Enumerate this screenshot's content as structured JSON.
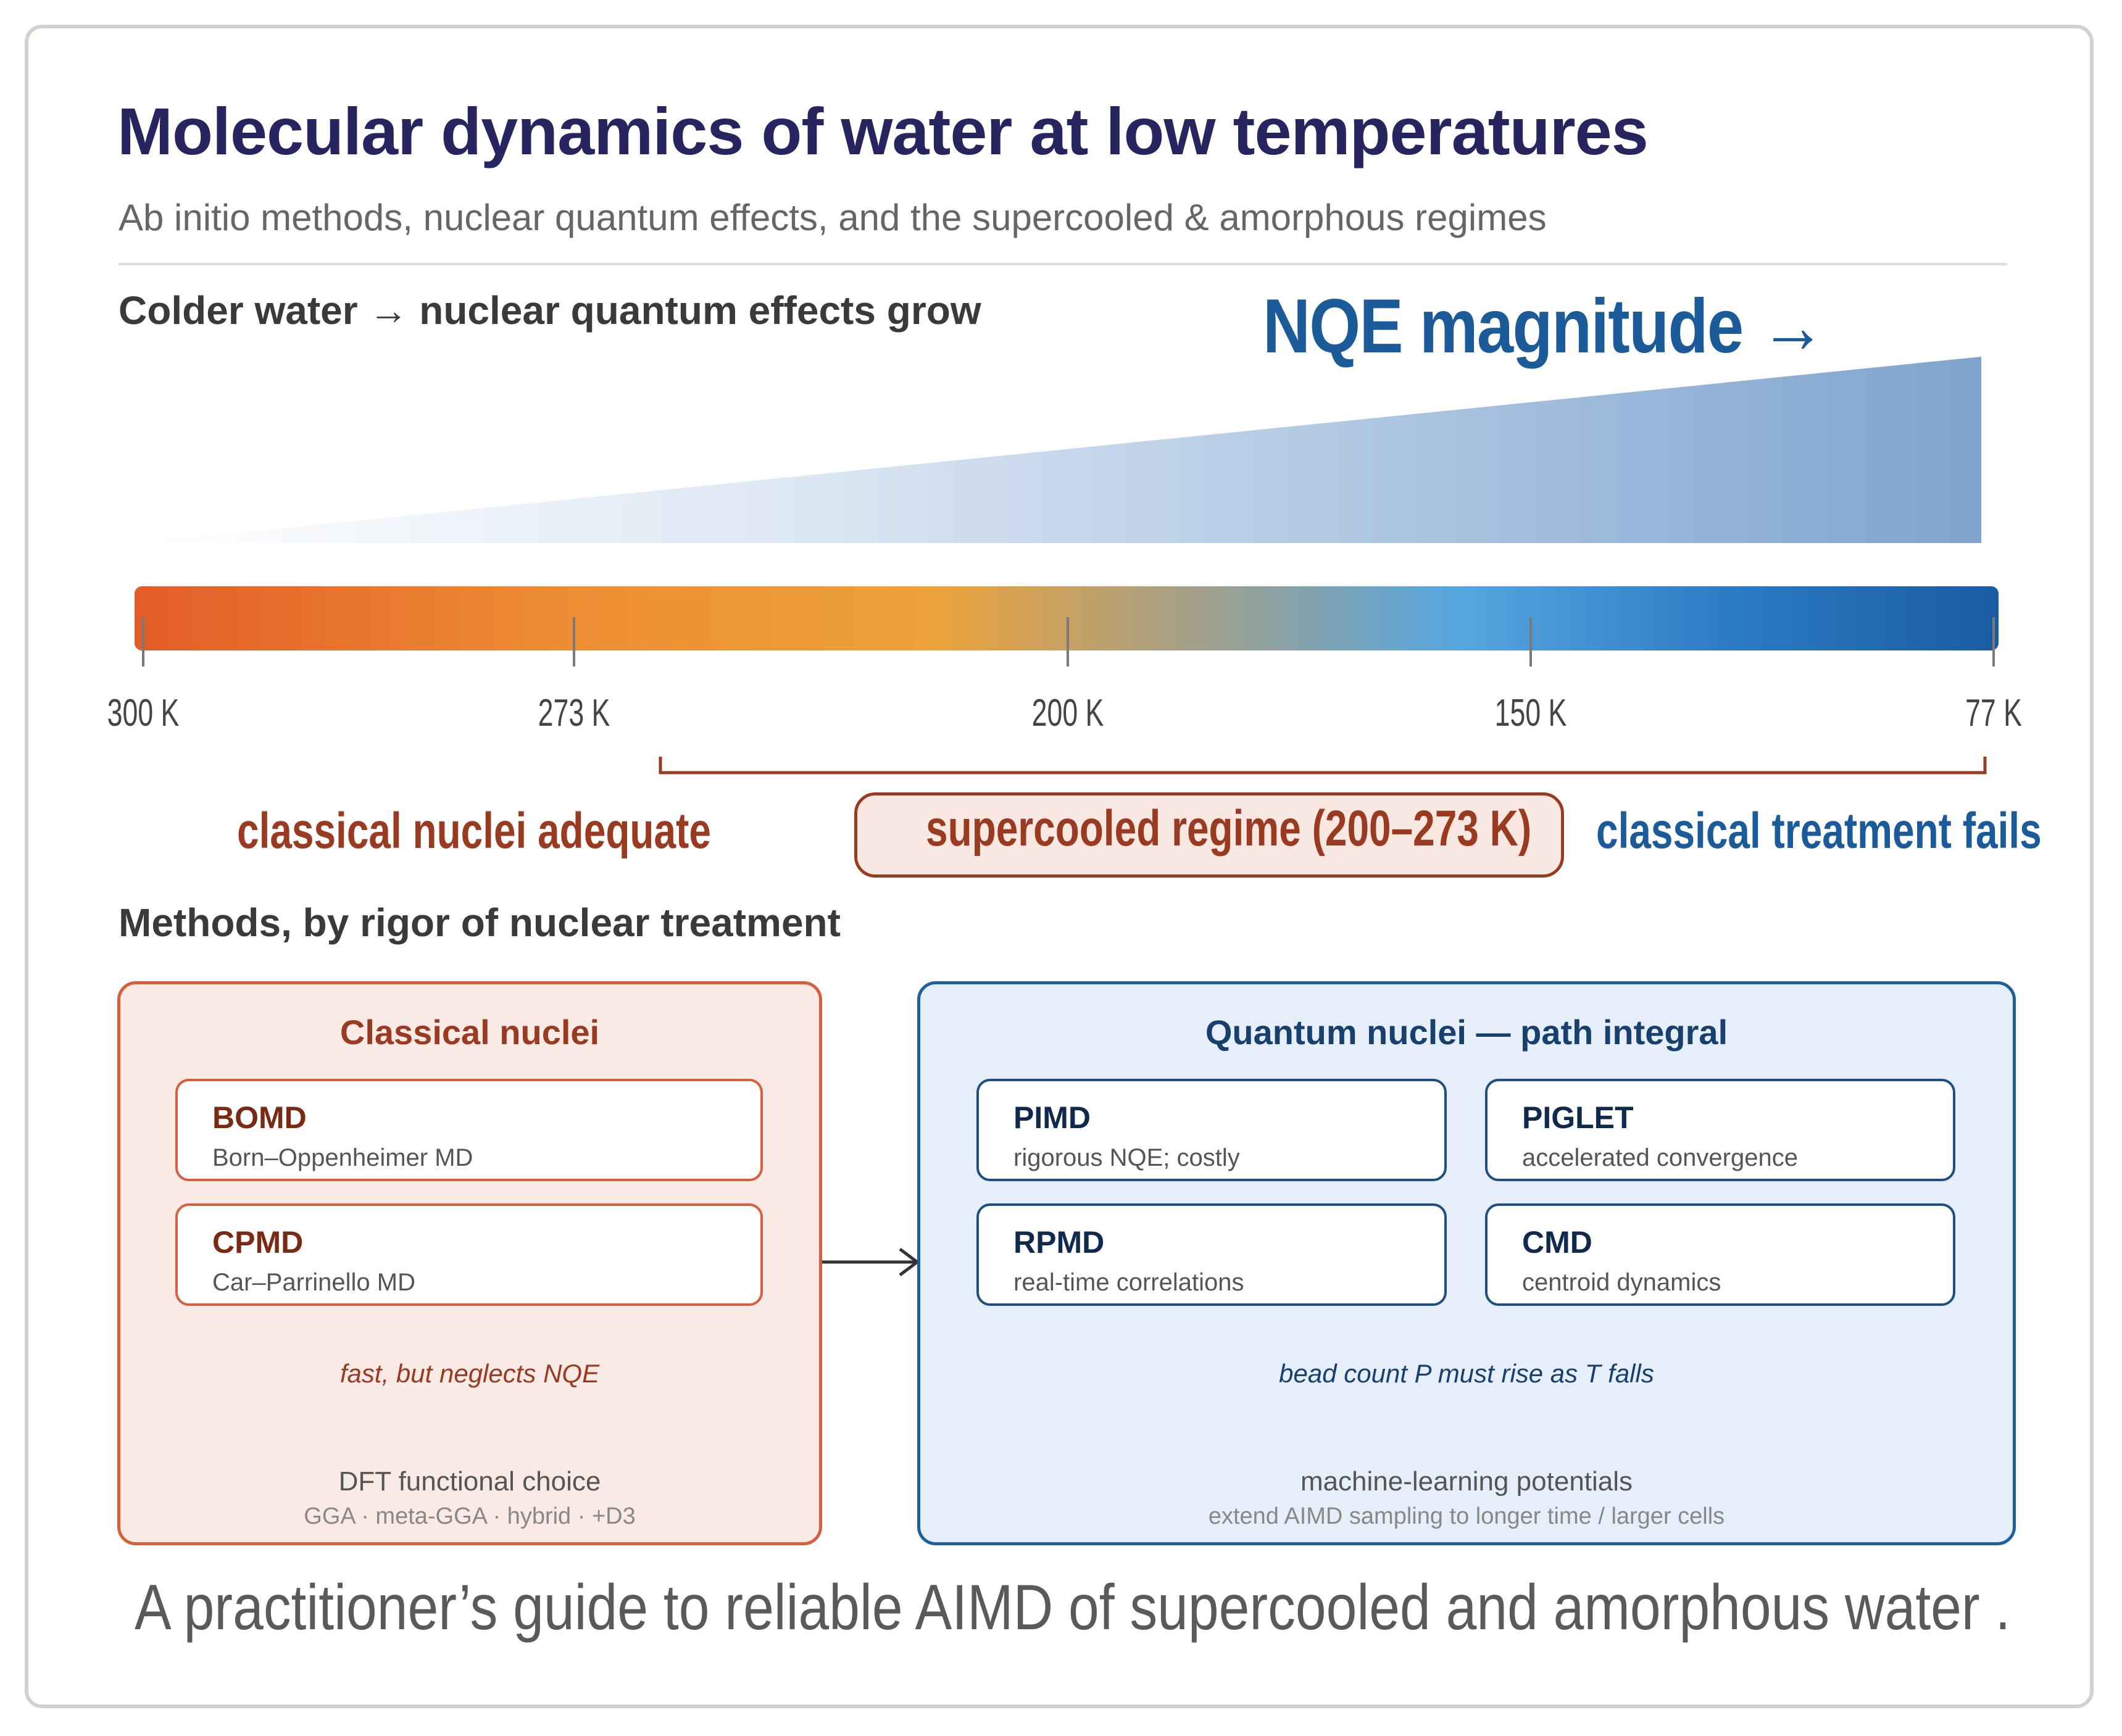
{
  "header": {
    "title": "Molecular dynamics of water at low temperatures",
    "subtitle": "Ab initio methods, nuclear quantum effects, and the supercooled & amorphous regimes"
  },
  "temperature_section": {
    "heading": "Colder water → nuclear quantum effects grow",
    "nqe_label": "NQE magnitude →",
    "ticks": [
      {
        "label": "300 K",
        "value": 300
      },
      {
        "label": "273 K",
        "value": 273
      },
      {
        "label": "200 K",
        "value": 200
      },
      {
        "label": "150 K",
        "value": 150
      },
      {
        "label": "77 K",
        "value": 77
      }
    ],
    "regime_left": "classical nuclei adequate",
    "regime_middle": "supercooled regime (200–273 K)",
    "regime_right": "classical treatment fails"
  },
  "methods_section": {
    "heading": "Methods, by rigor of nuclear treatment",
    "classical": {
      "title": "Classical nuclei",
      "cards": [
        {
          "name": "BOMD",
          "desc": "Born–Oppenheimer MD"
        },
        {
          "name": "CPMD",
          "desc": "Car–Parrinello MD"
        }
      ],
      "note": "fast, but neglects NQE",
      "footer_main": "DFT functional choice",
      "footer_sub": "GGA · meta-GGA · hybrid · +D3"
    },
    "quantum": {
      "title": "Quantum nuclei — path integral",
      "cards": [
        {
          "name": "PIMD",
          "desc": "rigorous NQE; costly"
        },
        {
          "name": "PIGLET",
          "desc": "accelerated convergence"
        },
        {
          "name": "RPMD",
          "desc": "real-time correlations"
        },
        {
          "name": "CMD",
          "desc": "centroid dynamics"
        }
      ],
      "note": "bead count P must rise as T falls",
      "footer_main": "machine-learning potentials",
      "footer_sub": "extend AIMD sampling to longer time / larger cells"
    }
  },
  "tagline": "A practitioner’s guide to reliable AIMD of supercooled and amorphous water .",
  "colors": {
    "title": "#272560",
    "classical_accent": "#9a3a20",
    "classical_border": "#d95f3c",
    "quantum_accent": "#1c5b9a",
    "quantum_border": "#1f5f9c",
    "warm": "#e35d28",
    "cold": "#1a5ca2"
  }
}
